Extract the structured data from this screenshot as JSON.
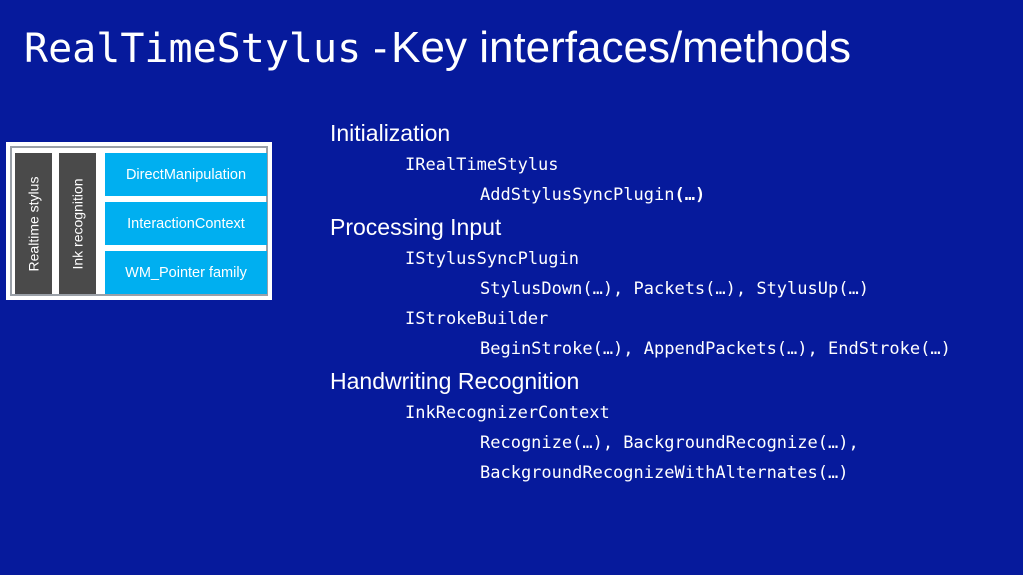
{
  "title": {
    "code_part": "RealTimeStylus",
    "separator": "-",
    "rest": "Key interfaces/methods"
  },
  "diagram": {
    "vertical_boxes": [
      "Realtime stylus",
      "Ink recognition"
    ],
    "stack_boxes": [
      "DirectManipulation",
      "InteractionContext",
      "WM_Pointer family"
    ]
  },
  "outline": {
    "initialization": {
      "heading": "Initialization",
      "interface": "IRealTimeStylus",
      "method": "AddStylusSyncPlugin",
      "method_args": "(…)"
    },
    "processing_input": {
      "heading": "Processing Input",
      "interface_1": "IStylusSyncPlugin",
      "methods_1": "StylusDown(…), Packets(…), StylusUp(…)",
      "interface_2": "IStrokeBuilder",
      "methods_2": "BeginStroke(…), AppendPackets(…), EndStroke(…)"
    },
    "handwriting_recognition": {
      "heading": "Handwriting Recognition",
      "interface": "InkRecognizerContext",
      "methods_1": "Recognize(…), BackgroundRecognize(…),",
      "methods_2": "BackgroundRecognizeWithAlternates(…)"
    }
  },
  "colors": {
    "background": "#061a9c",
    "accent_box": "#00aff0",
    "dark_box": "#4a4a4a",
    "text": "#ffffff"
  }
}
